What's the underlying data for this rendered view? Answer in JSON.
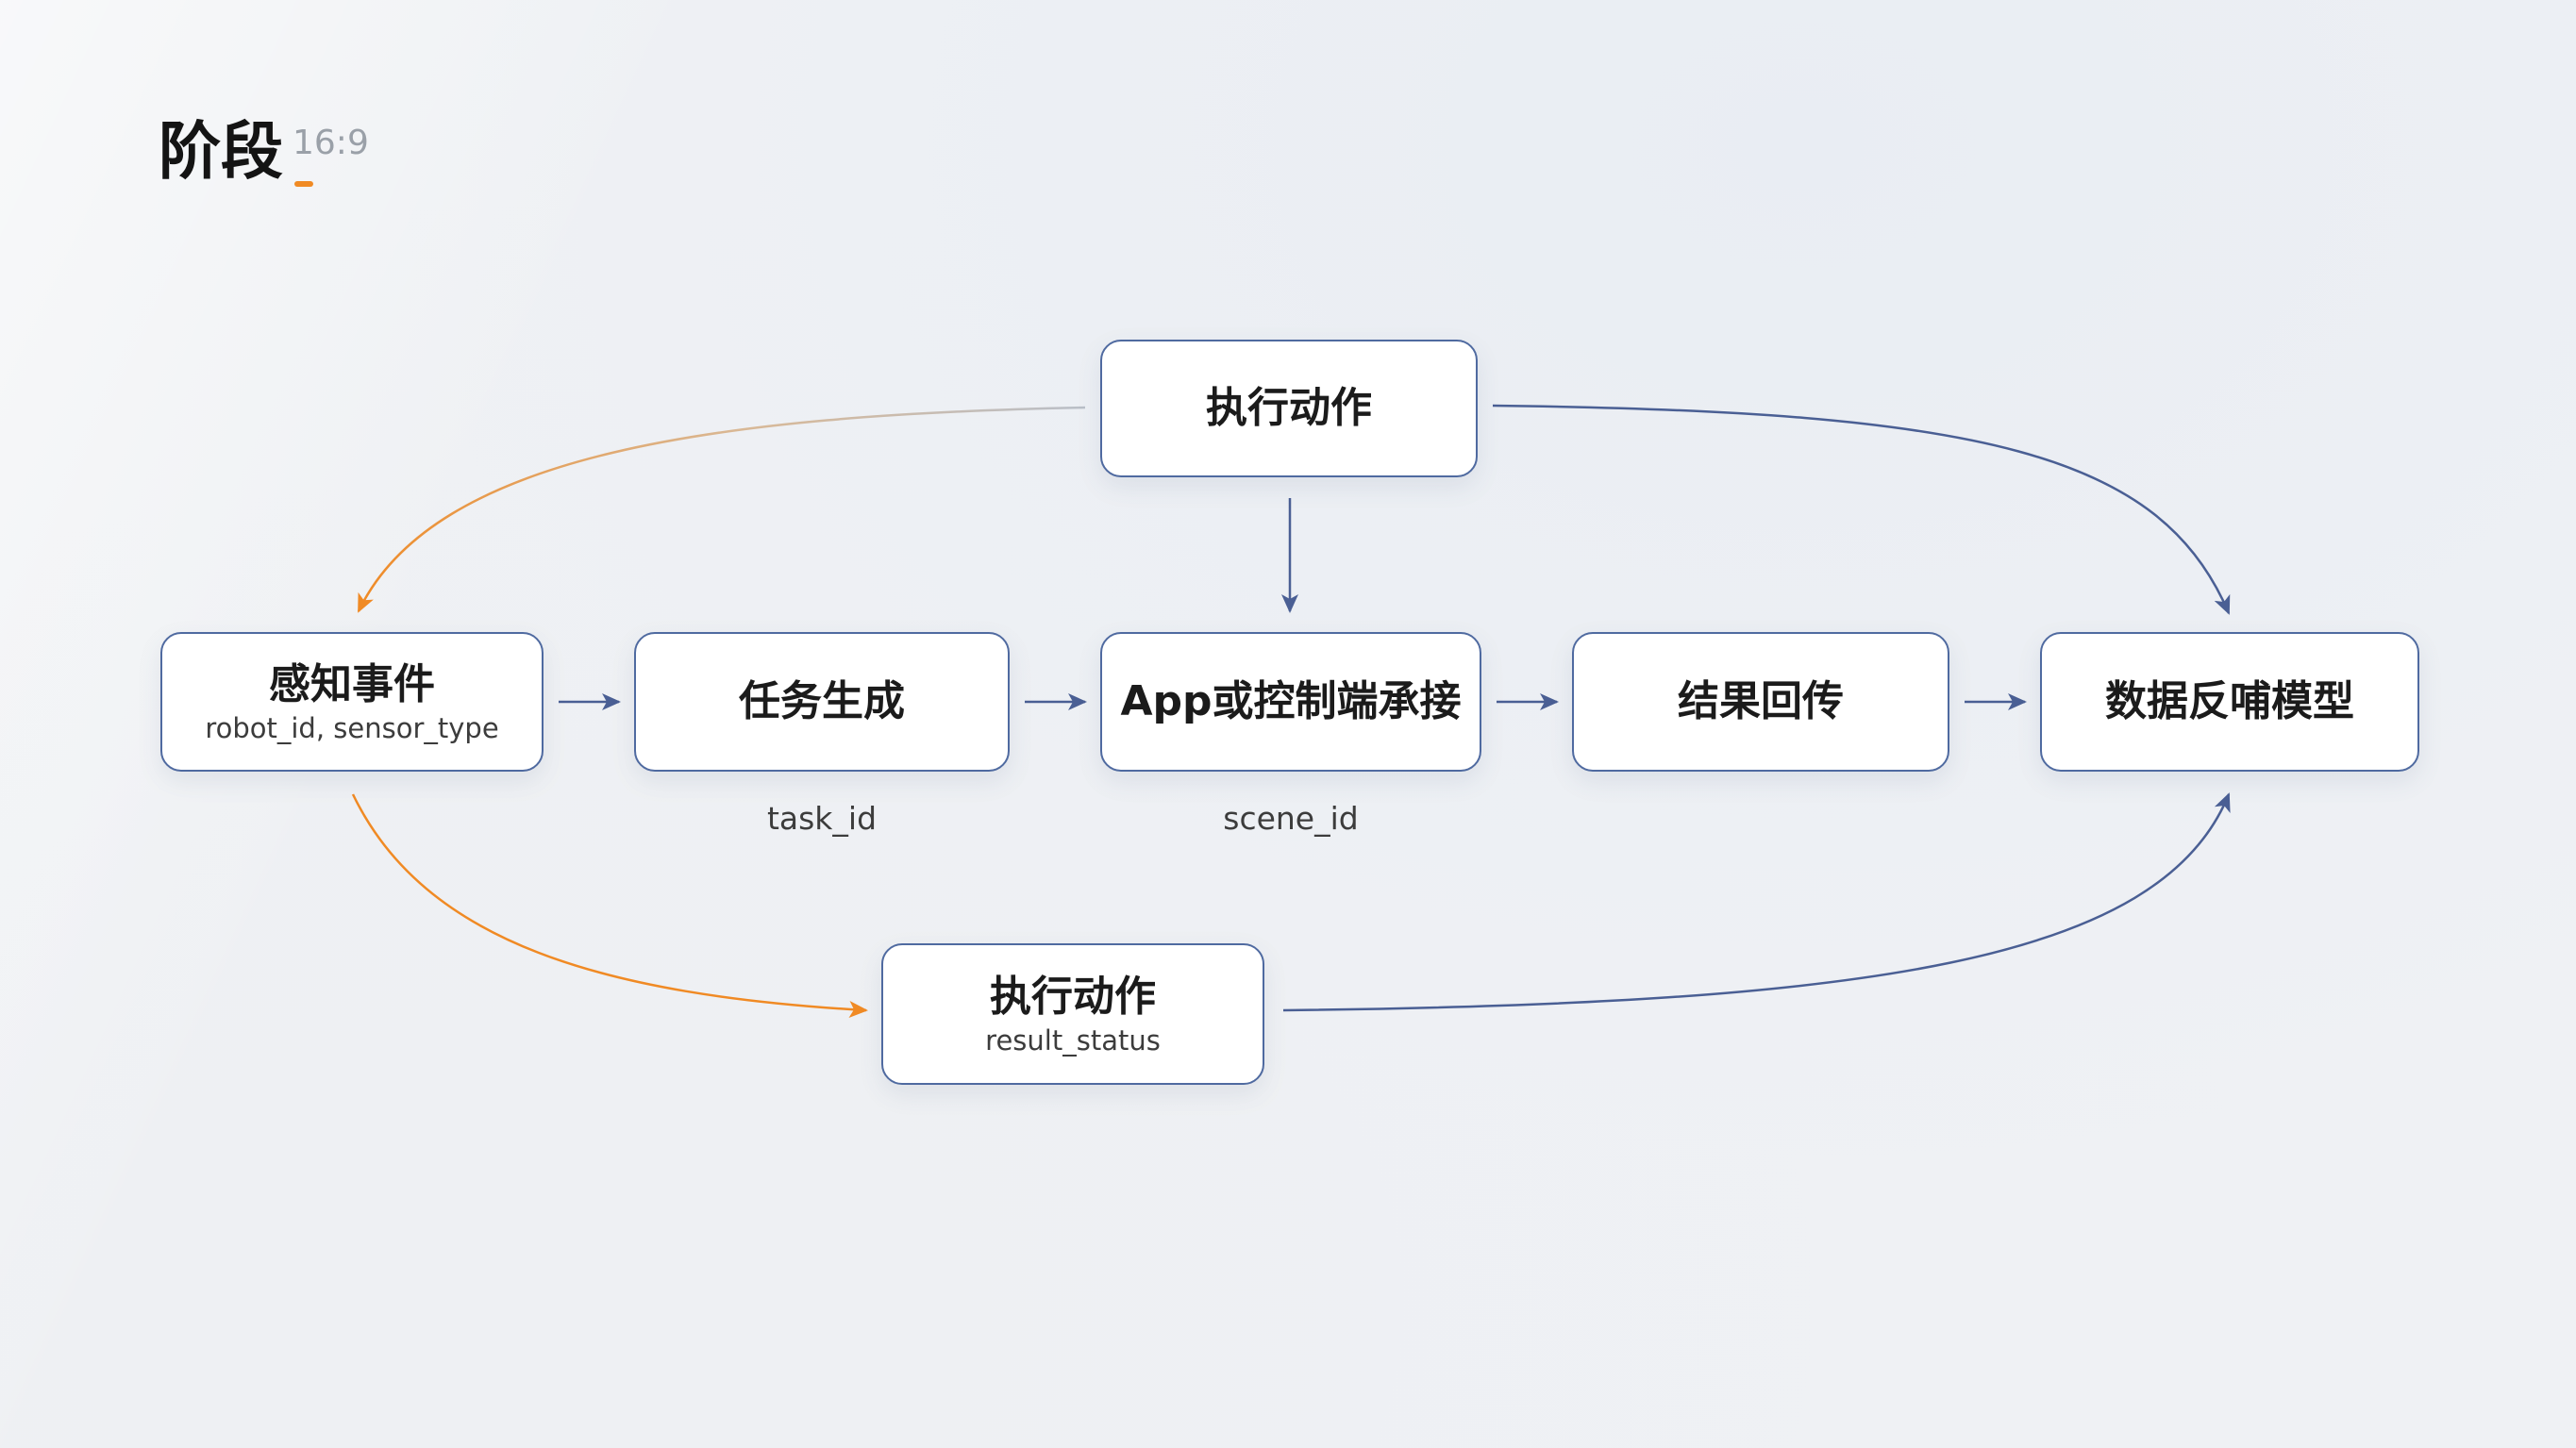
{
  "header": {
    "title": "阶段",
    "aspect_tag": "16:9"
  },
  "colors": {
    "node_border": "#4f6aa0",
    "arrow_blue": "#4a5f94",
    "arrow_orange": "#f08a24",
    "title_accent": "#f08a24"
  },
  "nodes": {
    "top_action": {
      "title": "执行动作"
    },
    "perception": {
      "title": "感知事件",
      "sub": "robot_id, sensor_type"
    },
    "task_gen": {
      "title": "任务生成"
    },
    "app_control": {
      "title": "App或控制端承接"
    },
    "result_return": {
      "title": "结果回传"
    },
    "feedback_model": {
      "title": "数据反哺模型"
    },
    "bottom_action": {
      "title": "执行动作",
      "sub": "result_status"
    }
  },
  "labels": {
    "task_id": "task_id",
    "scene_id": "scene_id"
  }
}
